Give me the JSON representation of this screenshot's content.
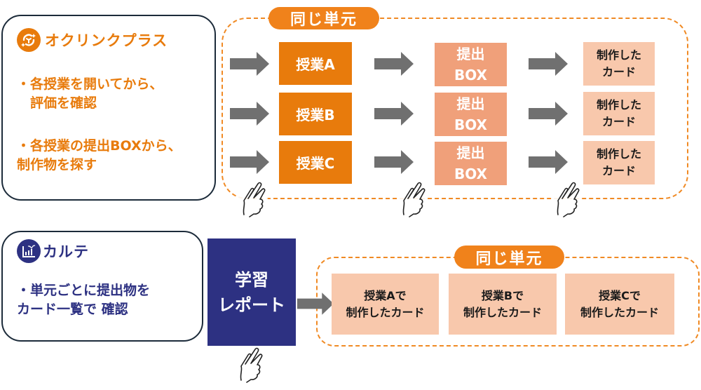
{
  "colors": {
    "orange": "#e87b0c",
    "orange_light": "#f0a07a",
    "peach": "#f8c8ac",
    "navy": "#2d3182",
    "arrow_gray": "#707070",
    "dash_orange": "#f08a24"
  },
  "okulink": {
    "icon": "okulink-logo-icon",
    "title": "オクリンクプラス",
    "bullets": [
      {
        "line1": "・各授業を開いてから、",
        "line2": "　評価を確認"
      },
      {
        "line1": "・各授業の提出BOXから、",
        "line2": "制作物を探す"
      }
    ],
    "group_label": "同じ単元",
    "rows": [
      {
        "lesson": "授業A",
        "submit_line1": "提出",
        "submit_line2": "BOX",
        "card_line1": "制作した",
        "card_line2": "カード"
      },
      {
        "lesson": "授業B",
        "submit_line1": "提出",
        "submit_line2": "BOX",
        "card_line1": "制作した",
        "card_line2": "カード"
      },
      {
        "lesson": "授業C",
        "submit_line1": "提出",
        "submit_line2": "BOX",
        "card_line1": "制作した",
        "card_line2": "カード"
      }
    ]
  },
  "karte": {
    "icon": "karte-chart-logo-icon",
    "title": "カルテ",
    "bullet_line1": "・単元ごとに提出物を",
    "bullet_line2": "カード一覧で 確認",
    "report_line1": "学習",
    "report_line2": "レポート",
    "group_label": "同じ単元",
    "cards": [
      {
        "line1": "授業Aで",
        "line2": "制作したカード"
      },
      {
        "line1": "授業Bで",
        "line2": "制作したカード"
      },
      {
        "line1": "授業Cで",
        "line2": "制作したカード"
      }
    ]
  }
}
